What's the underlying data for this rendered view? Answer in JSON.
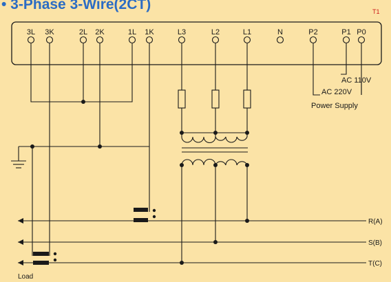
{
  "header": {
    "title": "• 3-Phase 3-Wire(2CT)",
    "tag": "T1"
  },
  "meter": {
    "terminals": [
      "3L",
      "3K",
      "2L",
      "2K",
      "1L",
      "1K",
      "L3",
      "L2",
      "L1",
      "N",
      "P2",
      "P1",
      "P0"
    ]
  },
  "power_supply": {
    "ac_high": "AC 110V",
    "ac_low": "AC 220V",
    "label": "Power Supply"
  },
  "buses": [
    "R(A)",
    "S(B)",
    "T(C)"
  ],
  "load_label": "Load",
  "colors": {
    "background": "#fbe3a6",
    "title": "#2b6cc4",
    "tag": "#cc1a1a",
    "ink": "#1a1a1a"
  }
}
